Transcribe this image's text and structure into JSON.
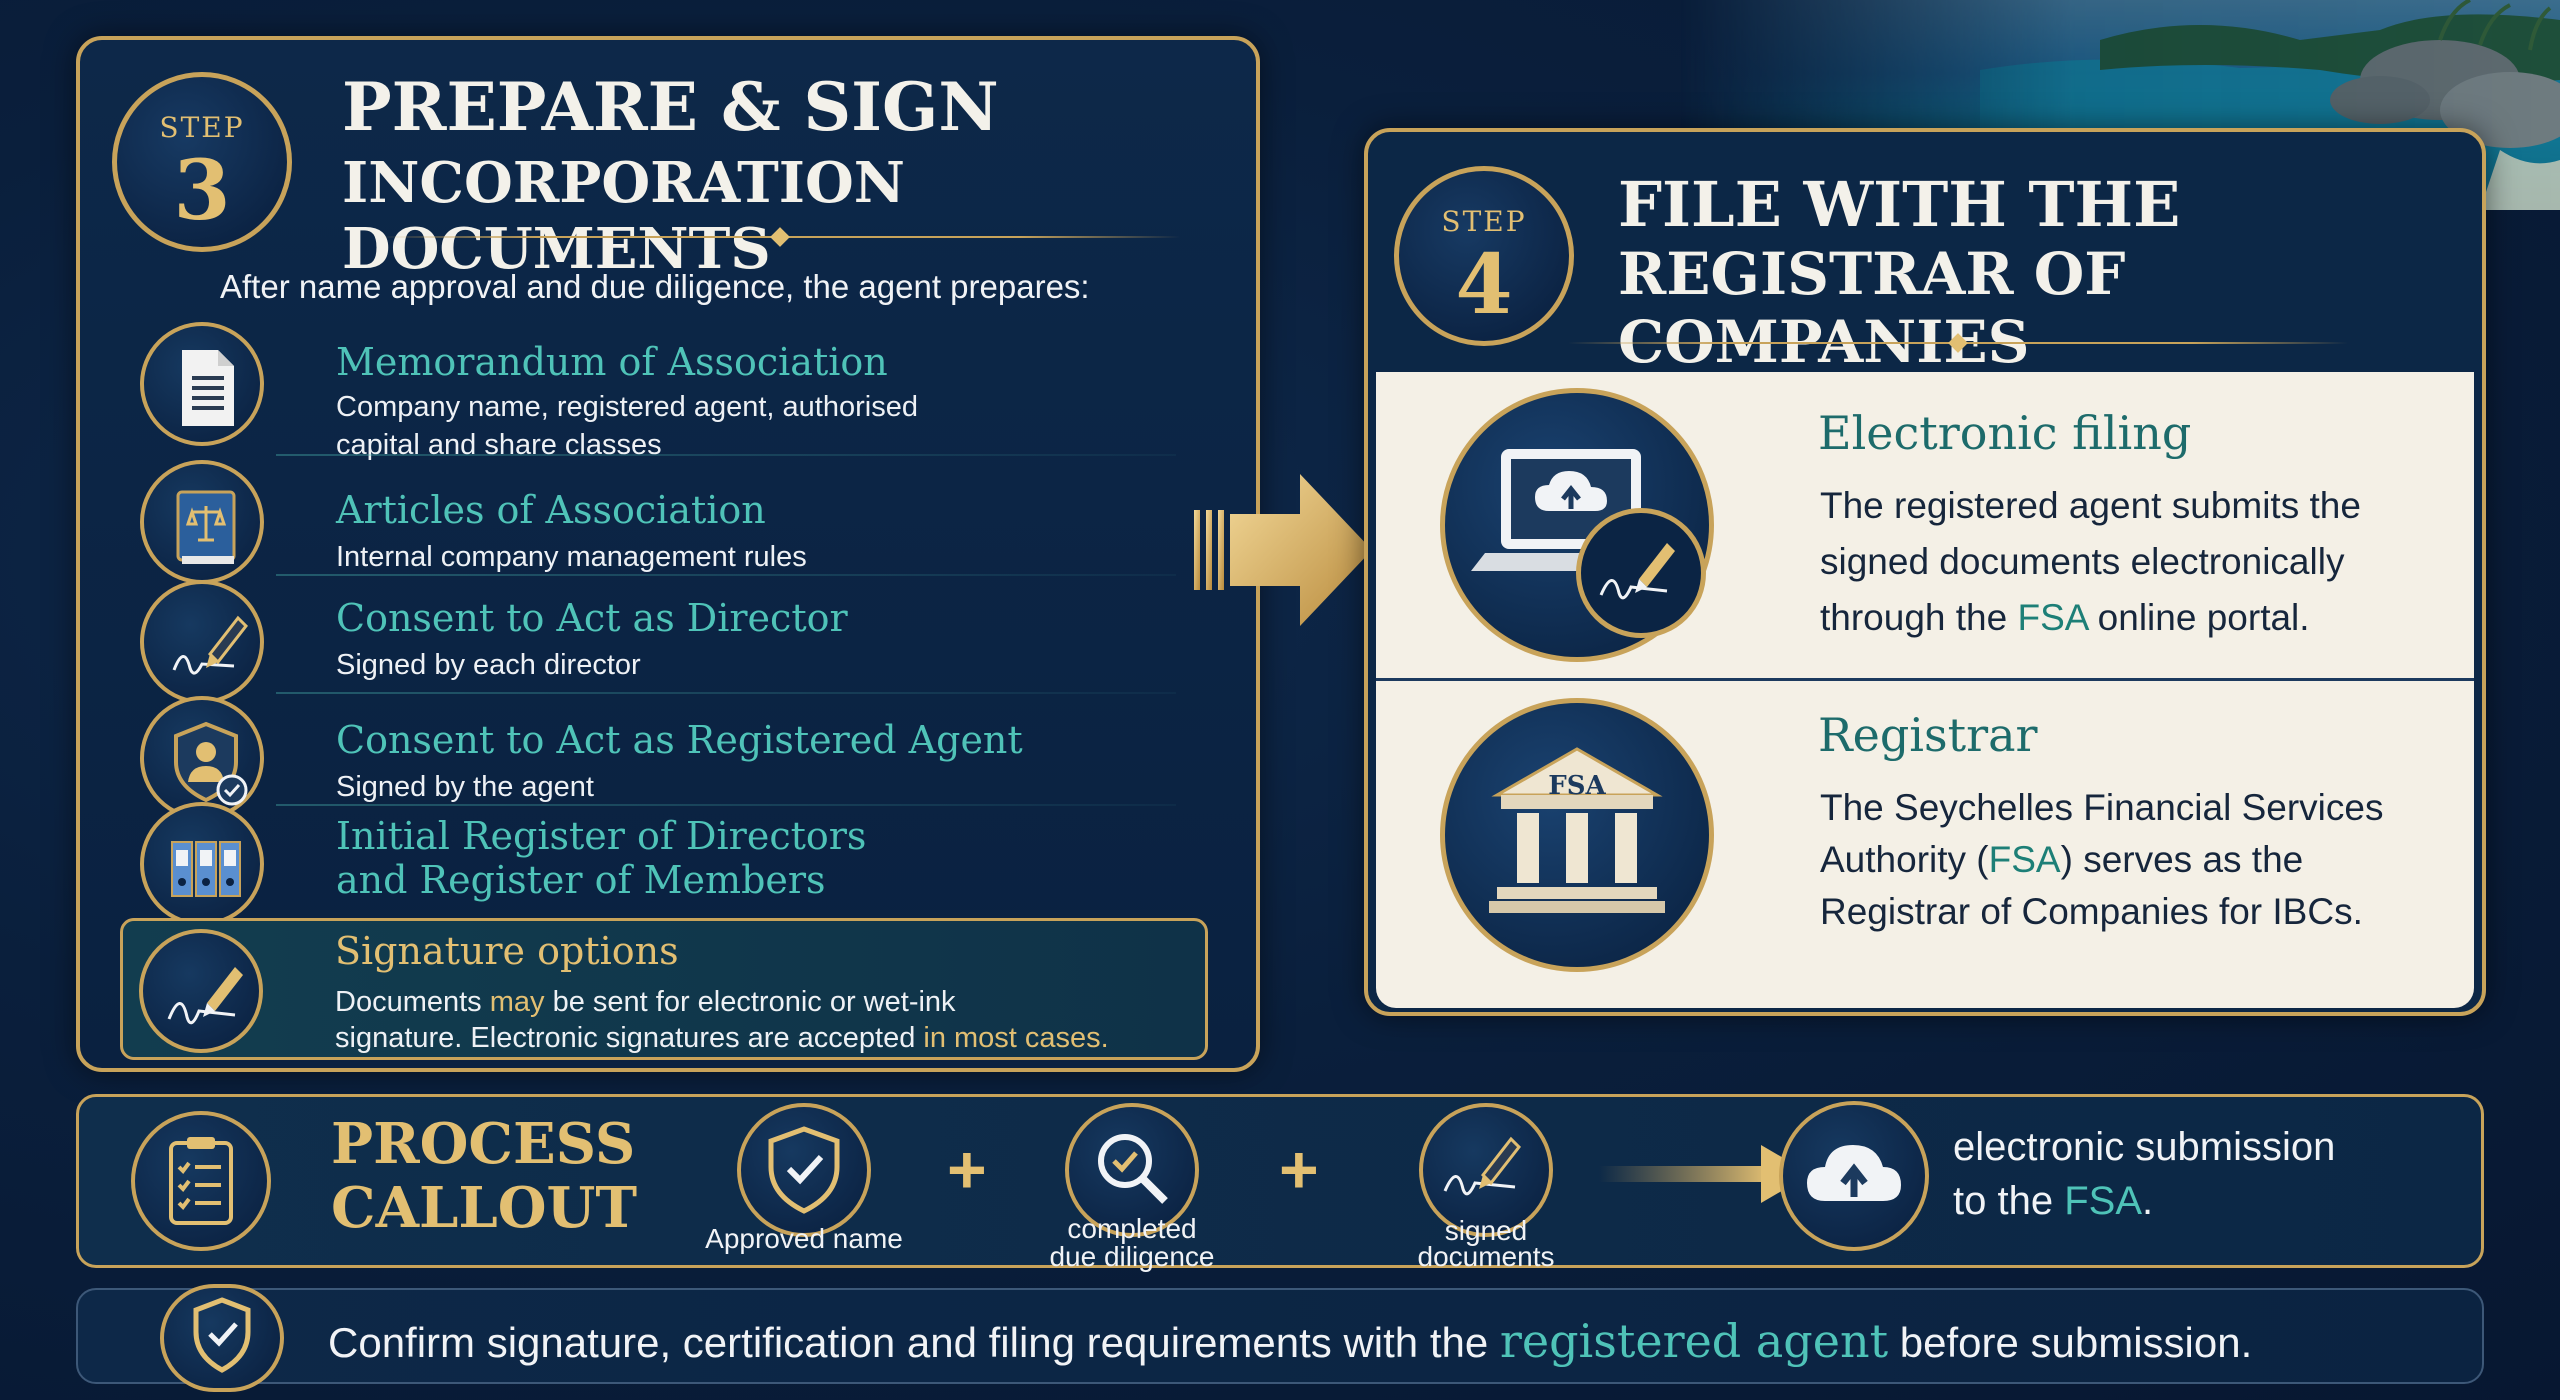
{
  "colors": {
    "gold": "#c8a35a",
    "teal": "#4fc3b8",
    "navy": "#0a2140",
    "cream": "#f4f0e6"
  },
  "step3": {
    "step_label": "STEP",
    "step_number": "3",
    "title_line1": "PREPARE & SIGN",
    "title_line2": "INCORPORATION DOCUMENTS",
    "intro": "After name approval and due diligence, the agent prepares:",
    "items": [
      {
        "icon": "document-icon",
        "title": "Memorandum of Association",
        "desc_line1": "Company name, registered agent, authorised",
        "desc_line2": "capital and share classes"
      },
      {
        "icon": "law-book-icon",
        "title": "Articles of Association",
        "desc_line1": "Internal company management rules",
        "desc_line2": ""
      },
      {
        "icon": "pen-signature-icon",
        "title": "Consent to Act as Director",
        "desc_line1": "Signed by each director",
        "desc_line2": ""
      },
      {
        "icon": "agent-shield-icon",
        "title": "Consent to Act as Registered Agent",
        "desc_line1": "Signed by the agent",
        "desc_line2": ""
      },
      {
        "icon": "binders-icon",
        "title": "Initial Register of Directors",
        "title_line2": "and Register of Members"
      }
    ],
    "signature": {
      "title": "Signature options",
      "desc_part1": "Documents ",
      "desc_em1": "may",
      "desc_part2": " be sent for electronic or wet-ink",
      "desc_part3": "signature. Electronic signatures are accepted ",
      "desc_em2": "in most cases."
    }
  },
  "step4": {
    "step_label": "STEP",
    "step_number": "4",
    "title_line1": "FILE WITH THE",
    "title_line2": "REGISTRAR OF COMPANIES",
    "sections": [
      {
        "icon": "laptop-upload-icon",
        "title": "Electronic filing",
        "line1": "The registered agent submits the",
        "line2": "signed documents electronically",
        "line3_pre": "through the ",
        "line3_em": "FSA",
        "line3_post": " online portal."
      },
      {
        "icon": "registrar-building-icon",
        "building_label": "FSA",
        "title": "Registrar",
        "line1": "The Seychelles Financial Services",
        "line2_pre": "Authority (",
        "line2_em": "FSA",
        "line2_post": ") serves as the",
        "line3": "Registrar of Companies for IBCs."
      }
    ]
  },
  "callout": {
    "title_line1": "PROCESS",
    "title_line2": "CALLOUT",
    "steps": [
      {
        "icon": "shield-check-icon",
        "label_line1": "Approved name",
        "label_line2": ""
      },
      {
        "icon": "magnifier-check-icon",
        "label_line1": "completed",
        "label_line2": "due diligence"
      },
      {
        "icon": "signature-pen-icon",
        "label_line1": "signed",
        "label_line2": "documents"
      }
    ],
    "plus": "+",
    "result_line1": "electronic submission",
    "result_line2_pre": "to the ",
    "result_line2_em": "FSA",
    "result_line2_post": "."
  },
  "note": {
    "text_pre": "Confirm signature, certification and filing requirements with the ",
    "text_em": "registered agent",
    "text_post": " before submission."
  }
}
